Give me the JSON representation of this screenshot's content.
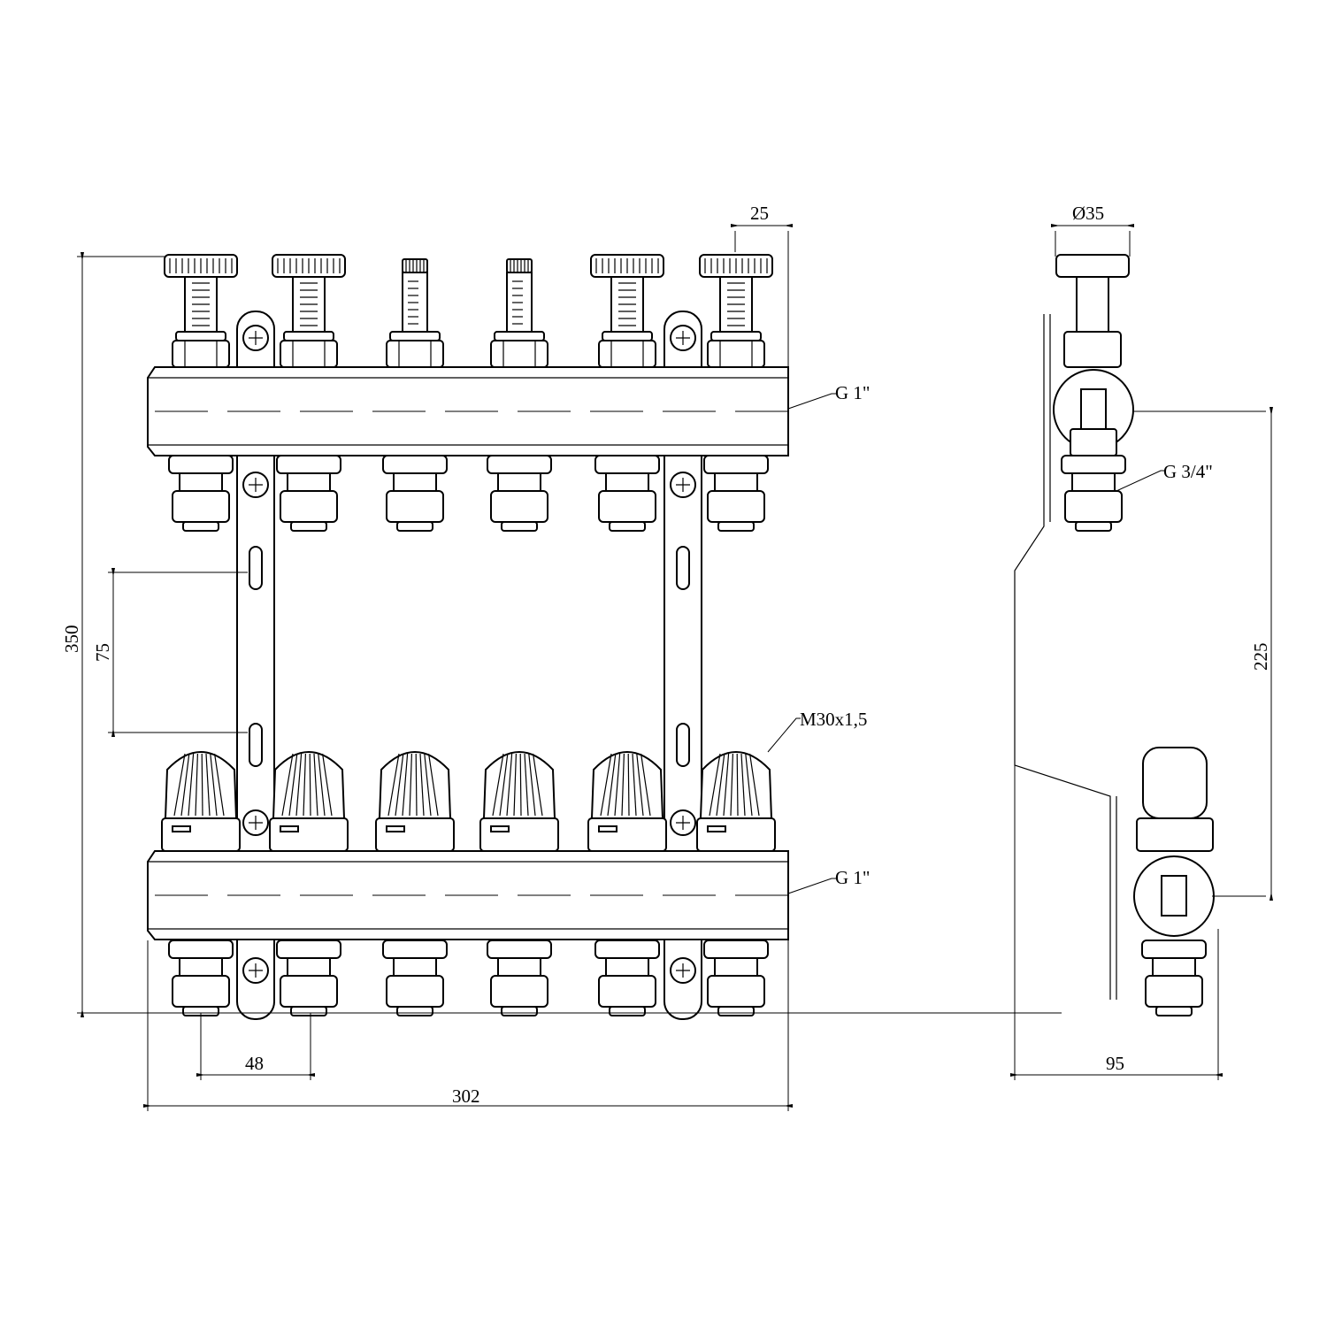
{
  "drawing": {
    "title": "Manifold with 6 circuits, flowmeters and thermostatic valves",
    "front_view": {
      "outlet_count": 6,
      "flowmeter_types": [
        "flowmeter",
        "flowmeter",
        "flowmeter-compact",
        "flowmeter-compact",
        "flowmeter",
        "flowmeter"
      ]
    },
    "labels": {
      "top_thread": "G 1\"",
      "bottom_thread": "G 1\"",
      "valve_thread": "M30x1,5",
      "outlet_thread": "G 3/4\"",
      "flowmeter_diameter": "Ø35"
    },
    "dimensions": {
      "overall_height": "350",
      "bracket_slot_spacing": "75",
      "outlet_pitch": "48",
      "overall_width": "302",
      "end_offset": "25",
      "axis_distance": "225",
      "depth": "95"
    },
    "colors": {
      "line": "#000000",
      "background": "#ffffff"
    }
  }
}
